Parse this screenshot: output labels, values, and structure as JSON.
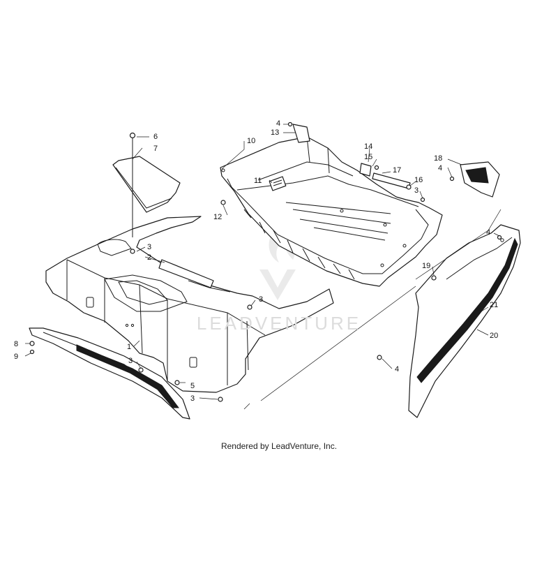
{
  "diagram": {
    "caption": "Rendered by LeadVenture, Inc.",
    "watermark": "LEADVENTURE",
    "callouts": [
      "1",
      "2",
      "3",
      "3",
      "3",
      "3",
      "3",
      "3",
      "4",
      "4",
      "4",
      "4",
      "5",
      "6",
      "7",
      "8",
      "9",
      "10",
      "11",
      "12",
      "13",
      "14",
      "15",
      "16",
      "17",
      "18",
      "19",
      "20",
      "21"
    ],
    "colors": {
      "line": "#1a1a1a",
      "background": "#ffffff",
      "watermark": "#dcdcdc"
    }
  }
}
